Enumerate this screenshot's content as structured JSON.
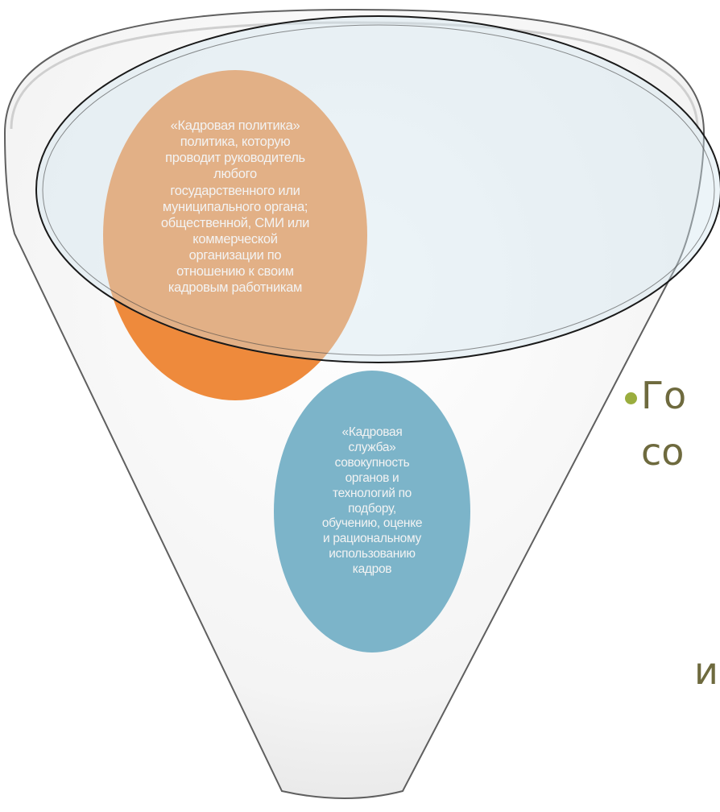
{
  "colors": {
    "funnel_fill": "#f6f6f6",
    "funnel_stroke": "#5f5f5f",
    "rim_fill": "#d2e4ef",
    "policy_circle": "#ee8a3c",
    "service_circle": "#7cb4c9",
    "text_on_circles": "#f3f3f3",
    "slide_text": "#6e6a3e",
    "bullet": "#9aad3e"
  },
  "diagram": {
    "policy_circle": {
      "text": "«Кадровая политика» политика, которую проводит руководитель любого государственного или муниципального органа; общественной, СМИ или коммерческой организации по отношению к своим кадровым работникам",
      "lines": [
        "«Кадровая политика»",
        "политика, которую",
        "проводит руководитель",
        "любого",
        "государственного или",
        "муниципального органа;",
        "общественной, СМИ или",
        "коммерческой",
        "организации по",
        "отношению к своим",
        "кадровым работникам"
      ]
    },
    "service_circle": {
      "text": "«Кадровая служба» совокупность органов и технологий по подбору, обучению, оценке и рациональному использованию кадров",
      "lines": [
        "«Кадровая",
        "служба»",
        "совокупность",
        "органов и",
        "технологий по",
        "подбору,",
        "обучению, оценке",
        "и рациональному",
        "использованию",
        "кадров"
      ]
    }
  },
  "slide": {
    "bullet_line_1": "Го",
    "bullet_line_2": "со",
    "fragment_3": "и"
  }
}
